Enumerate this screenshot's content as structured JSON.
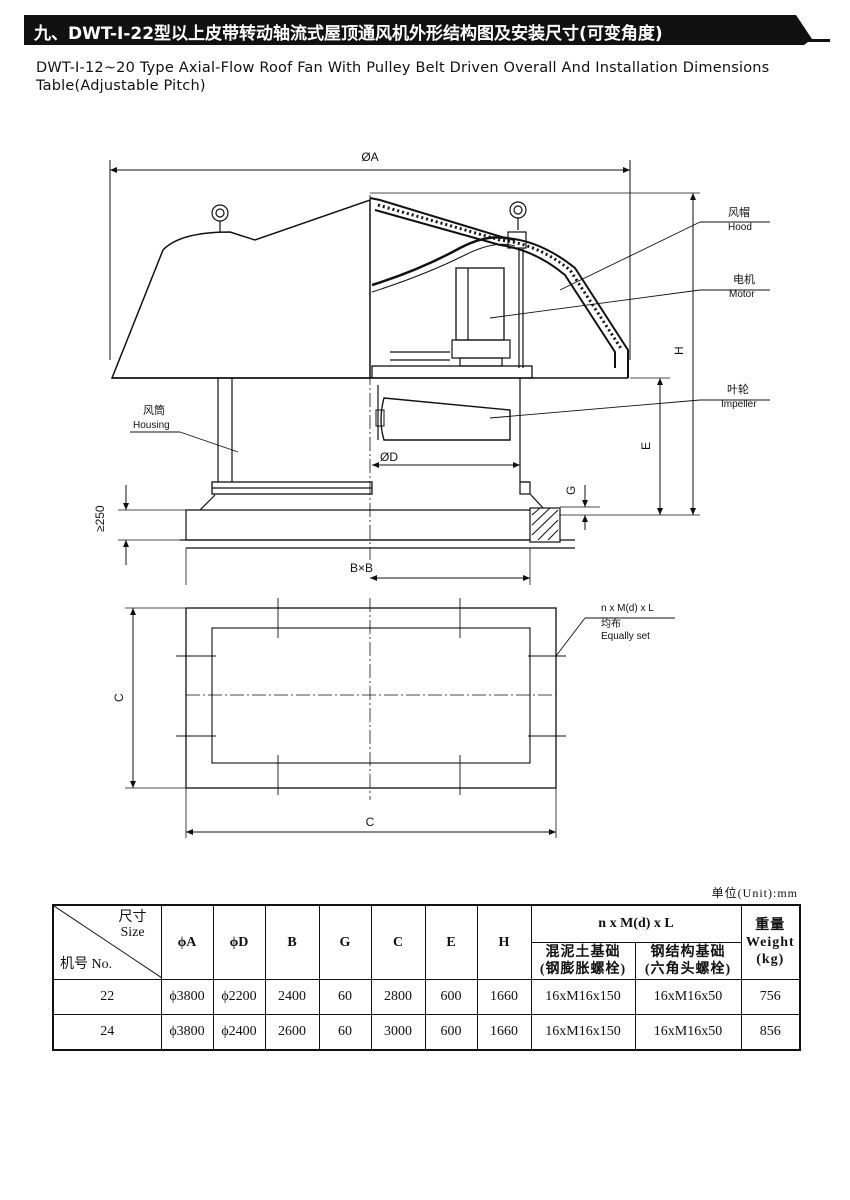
{
  "title": "九、DWT-I-22型以上皮带转动轴流式屋顶通风机外形结构图及安装尺寸(可变角度)",
  "subtitle_en": "DWT-I-12~20 Type Axial-Flow Roof Fan With Pulley Belt Driven Overall And Installation Dimensions Table(Adjustable Pitch)",
  "drawing": {
    "dim_A": "ØA",
    "dim_D": "ØD",
    "dim_BxB": "B×B",
    "dim_C_vertical": "C",
    "dim_C_horizontal": "C",
    "dim_H": "H",
    "dim_E": "E",
    "dim_G": "G",
    "dim_250": "≥250",
    "hood_cn": "风帽",
    "hood_en": "Hood",
    "motor_cn": "电机",
    "motor_en": "Motor",
    "impeller_cn": "叶轮",
    "impeller_en": "Impeller",
    "housing_cn": "风筒",
    "housing_en": "Housing",
    "bolt_spec": "n x M(d) x L",
    "equally_cn": "均布",
    "equally_en": "Equally set"
  },
  "table": {
    "unit": "单位(Unit):mm",
    "corner_size_cn": "尺寸",
    "corner_size_en": "Size",
    "corner_no": "机号 No.",
    "col_A": "ϕA",
    "col_D": "ϕD",
    "col_B": "B",
    "col_G": "G",
    "col_C": "C",
    "col_E": "E",
    "col_H": "H",
    "col_bolt": "n x M(d) x L",
    "col_concrete_l1": "混泥土基础",
    "col_concrete_l2": "(钢膨胀螺栓)",
    "col_steel_l1": "钢结构基础",
    "col_steel_l2": "(六角头螺栓)",
    "col_weight_l1": "重量",
    "col_weight_l2": "Weight",
    "col_weight_l3": "(kg)",
    "rows": [
      {
        "no": "22",
        "A": "ϕ3800",
        "D": "ϕ2200",
        "B": "2400",
        "G": "60",
        "C": "2800",
        "E": "600",
        "H": "1660",
        "concrete": "16xM16x150",
        "steel": "16xM16x50",
        "weight": "756"
      },
      {
        "no": "24",
        "A": "ϕ3800",
        "D": "ϕ2400",
        "B": "2600",
        "G": "60",
        "C": "3000",
        "E": "600",
        "H": "1660",
        "concrete": "16xM16x150",
        "steel": "16xM16x50",
        "weight": "856"
      }
    ]
  }
}
